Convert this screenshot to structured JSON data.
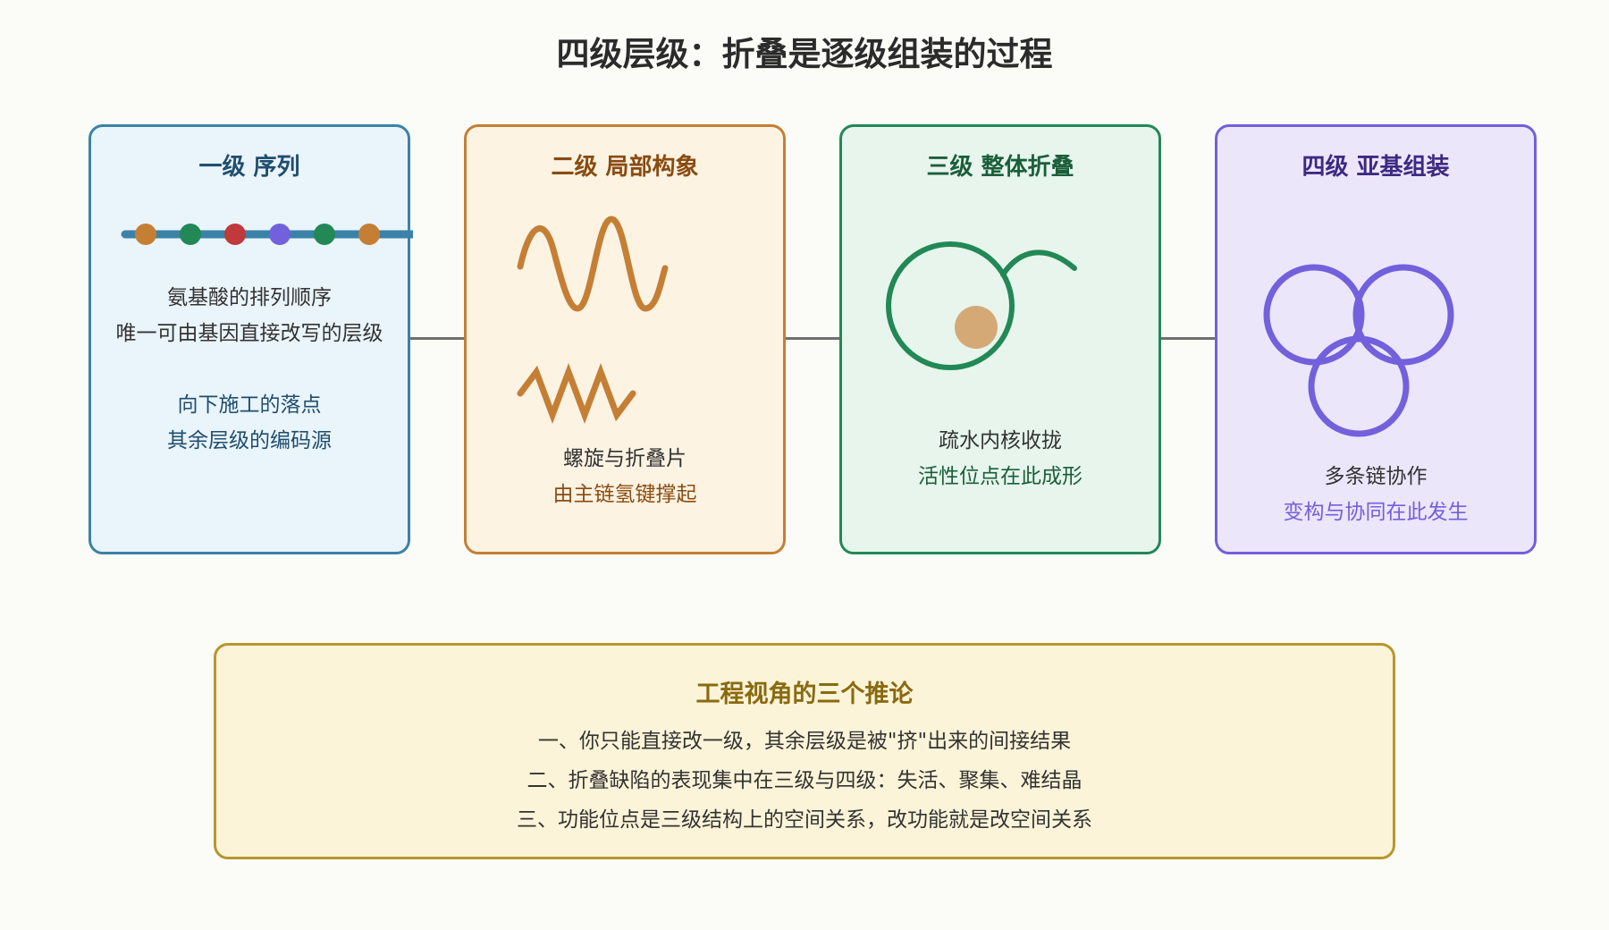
{
  "title": "四级层级：折叠是逐级组装的过程",
  "colors": {
    "level1": "#3b82a8",
    "level2": "#c47f35",
    "level3": "#228856",
    "level4": "#7260dc",
    "summary": "#b8962e",
    "bead_orange": "#c47f35",
    "bead_green": "#228856",
    "bead_red": "#c0393b",
    "bead_purple": "#7260dc",
    "active_site": "#d4a975"
  },
  "levels": [
    {
      "heading": "一级 序列",
      "lines": [
        "氨基酸的排列顺序",
        "唯一可由基因直接改写的层级",
        "向下施工的落点",
        "其余层级的编码源"
      ]
    },
    {
      "heading": "二级 局部构象",
      "lines": [
        "螺旋与折叠片",
        "由主链氢键撑起"
      ]
    },
    {
      "heading": "三级 整体折叠",
      "lines": [
        "疏水内核收拢",
        "活性位点在此成形"
      ]
    },
    {
      "heading": "四级 亚基组装",
      "lines": [
        "多条链协作",
        "变构与协同在此发生"
      ]
    }
  ],
  "summary": {
    "title": "工程视角的三个推论",
    "lines": [
      "一、你只能直接改一级，其余层级是被\"挤\"出来的间接结果",
      "二、折叠缺陷的表现集中在三级与四级：失活、聚集、难结晶",
      "三、功能位点是三级结构上的空间关系，改功能就是改空间关系"
    ]
  }
}
